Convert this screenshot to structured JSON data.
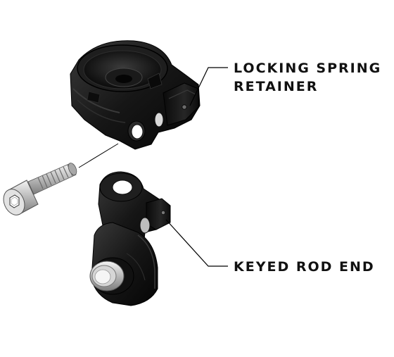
{
  "labels": {
    "retainer": {
      "line1": "LOCKING SPRING",
      "line2": "RETAINER"
    },
    "rod_end": {
      "line1": "KEYED ROD END"
    }
  },
  "colors": {
    "part_black": "#141414",
    "part_shade": "#2a2a2a",
    "screw_silver": "#c8c8c8",
    "leader_line": "#000000"
  },
  "icons": [
    "spring-retainer",
    "cap-screw",
    "rod-end",
    "bushing"
  ]
}
